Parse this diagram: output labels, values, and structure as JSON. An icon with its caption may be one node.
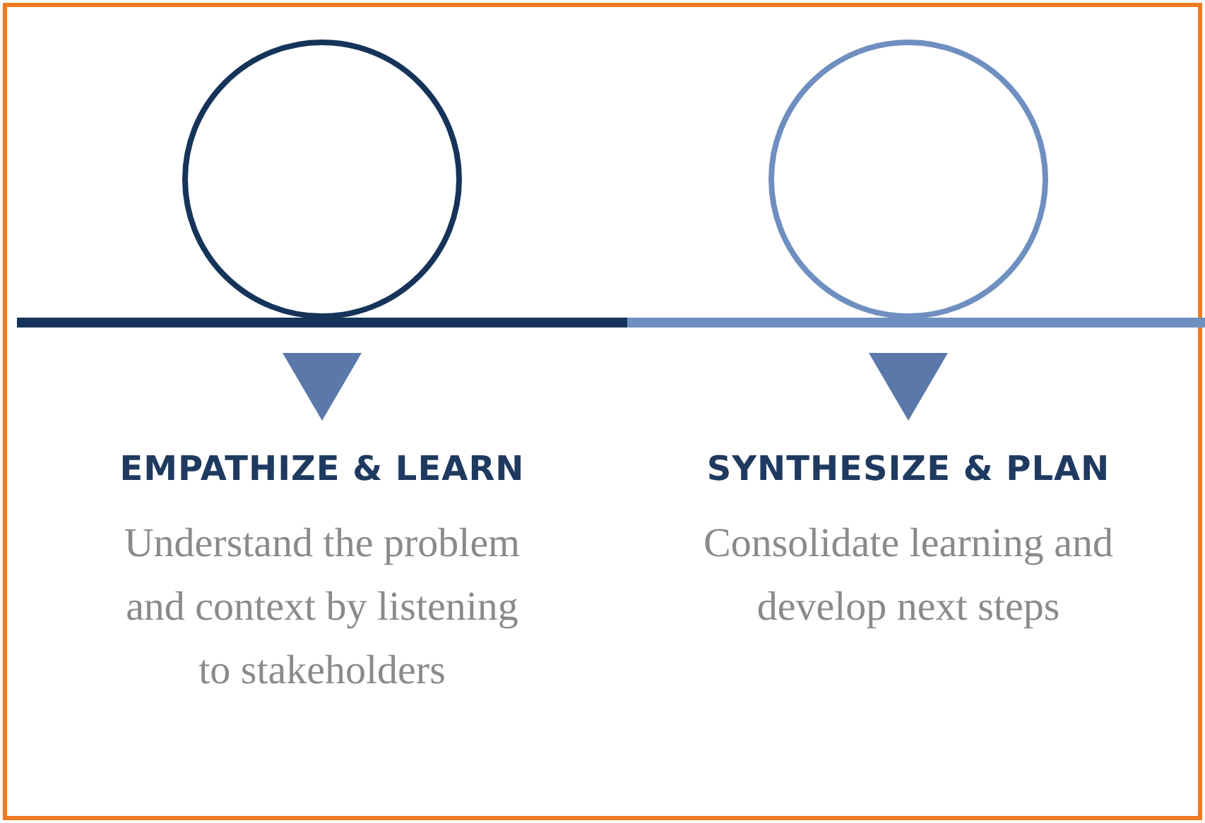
{
  "diagram": {
    "nodes": [
      {
        "text": [],
        "shape": "circle"
      },
      {
        "text": [],
        "shape": "circle"
      }
    ],
    "edges": [],
    "labels": [
      "EMPATHIZE & LEARN",
      "Understand the problem and context by listening to stakeholders",
      "SYNTHESIZE & PLAN",
      "Consolidate learning and develop next steps"
    ]
  }
}
